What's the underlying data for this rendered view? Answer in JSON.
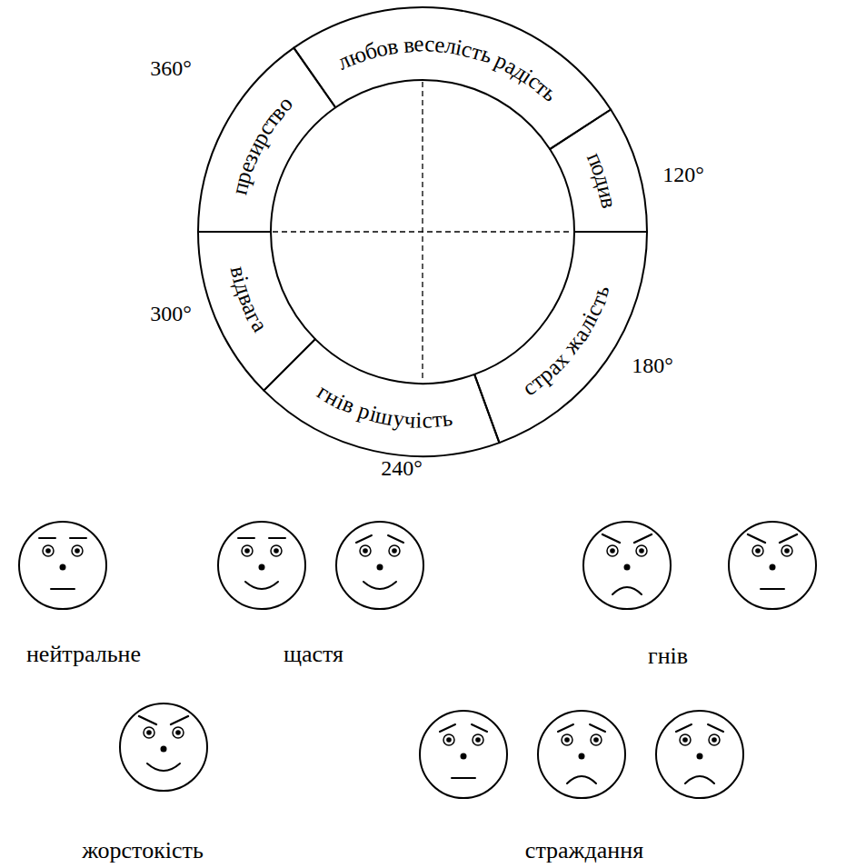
{
  "diagram": {
    "nodes": [
      {
        "text": [
          "презирство"
        ]
      },
      {
        "text": [
          "любов веселість радість"
        ]
      },
      {
        "text": [
          "подив"
        ]
      },
      {
        "text": [
          "страх жалість"
        ]
      },
      {
        "text": [
          "гнів рішучість"
        ]
      },
      {
        "text": [
          "відвага"
        ]
      }
    ],
    "labels": [
      "360°",
      "120°",
      "300°",
      "180°",
      "240°",
      "нейтральне",
      "щастя",
      "гнів",
      "жорстокість",
      "страждання"
    ]
  }
}
